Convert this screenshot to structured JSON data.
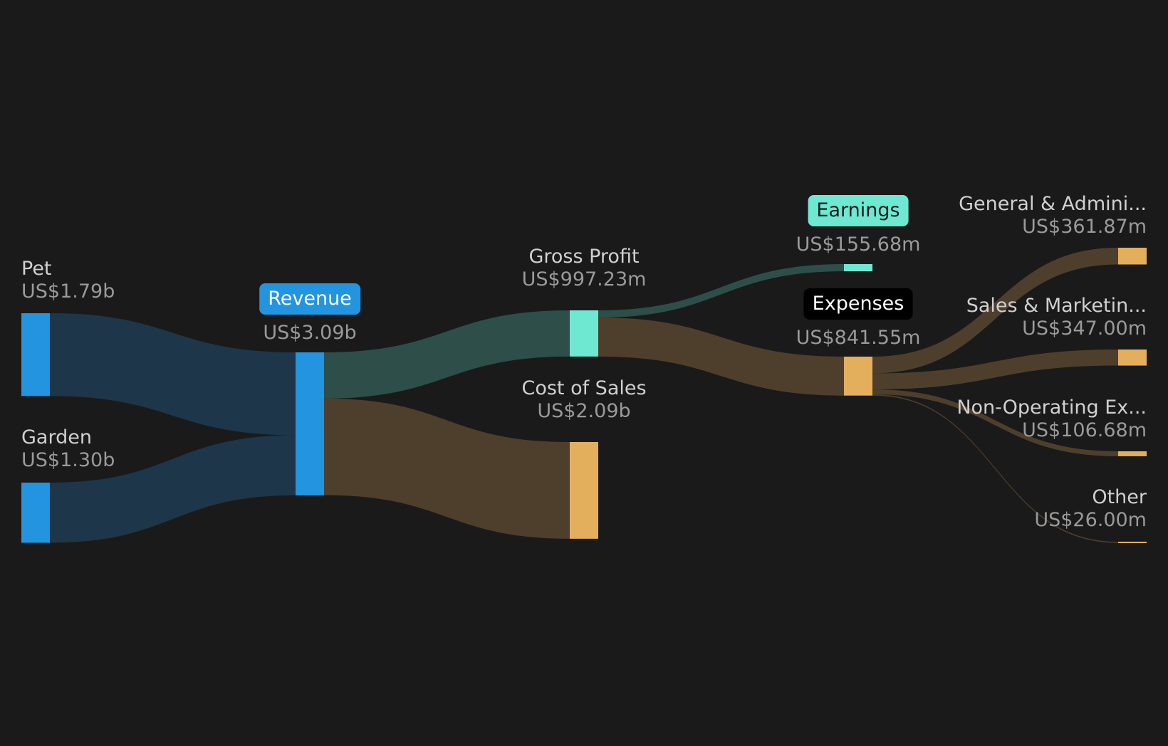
{
  "chart_data": {
    "type": "sankey",
    "colors": {
      "revenue": "#2394df",
      "profit": "#6fe8d2",
      "expense": "#e4af5d"
    },
    "nodes": [
      {
        "id": "pet",
        "name": "Pet",
        "value_label": "US$1.79b",
        "value": 1.79,
        "color_key": "revenue"
      },
      {
        "id": "garden",
        "name": "Garden",
        "value_label": "US$1.30b",
        "value": 1.3,
        "color_key": "revenue"
      },
      {
        "id": "revenue",
        "name": "Revenue",
        "value_label": "US$3.09b",
        "value": 3.09,
        "color_key": "revenue"
      },
      {
        "id": "gross_profit",
        "name": "Gross Profit",
        "value_label": "US$997.23m",
        "value": 0.99723,
        "color_key": "profit"
      },
      {
        "id": "cost_of_sales",
        "name": "Cost of Sales",
        "value_label": "US$2.09b",
        "value": 2.09,
        "color_key": "expense"
      },
      {
        "id": "earnings",
        "name": "Earnings",
        "value_label": "US$155.68m",
        "value": 0.15568,
        "color_key": "profit"
      },
      {
        "id": "expenses",
        "name": "Expenses",
        "value_label": "US$841.55m",
        "value": 0.84155,
        "color_key": "expense"
      },
      {
        "id": "gen_admin",
        "name": "General & Admini...",
        "value_label": "US$361.87m",
        "value": 0.36187,
        "color_key": "expense"
      },
      {
        "id": "sales_marketing",
        "name": "Sales & Marketin...",
        "value_label": "US$347.00m",
        "value": 0.347,
        "color_key": "expense"
      },
      {
        "id": "non_operating",
        "name": "Non-Operating Ex...",
        "value_label": "US$106.68m",
        "value": 0.10668,
        "color_key": "expense"
      },
      {
        "id": "other",
        "name": "Other",
        "value_label": "US$26.00m",
        "value": 0.026,
        "color_key": "expense"
      }
    ],
    "links": [
      {
        "source": "pet",
        "target": "revenue",
        "value": 1.79
      },
      {
        "source": "garden",
        "target": "revenue",
        "value": 1.3
      },
      {
        "source": "revenue",
        "target": "gross_profit",
        "value": 0.99723
      },
      {
        "source": "revenue",
        "target": "cost_of_sales",
        "value": 2.09
      },
      {
        "source": "gross_profit",
        "target": "earnings",
        "value": 0.15568
      },
      {
        "source": "gross_profit",
        "target": "expenses",
        "value": 0.84155
      },
      {
        "source": "expenses",
        "target": "gen_admin",
        "value": 0.36187
      },
      {
        "source": "expenses",
        "target": "sales_marketing",
        "value": 0.347
      },
      {
        "source": "expenses",
        "target": "non_operating",
        "value": 0.10668
      },
      {
        "source": "expenses",
        "target": "other",
        "value": 0.026
      }
    ]
  }
}
